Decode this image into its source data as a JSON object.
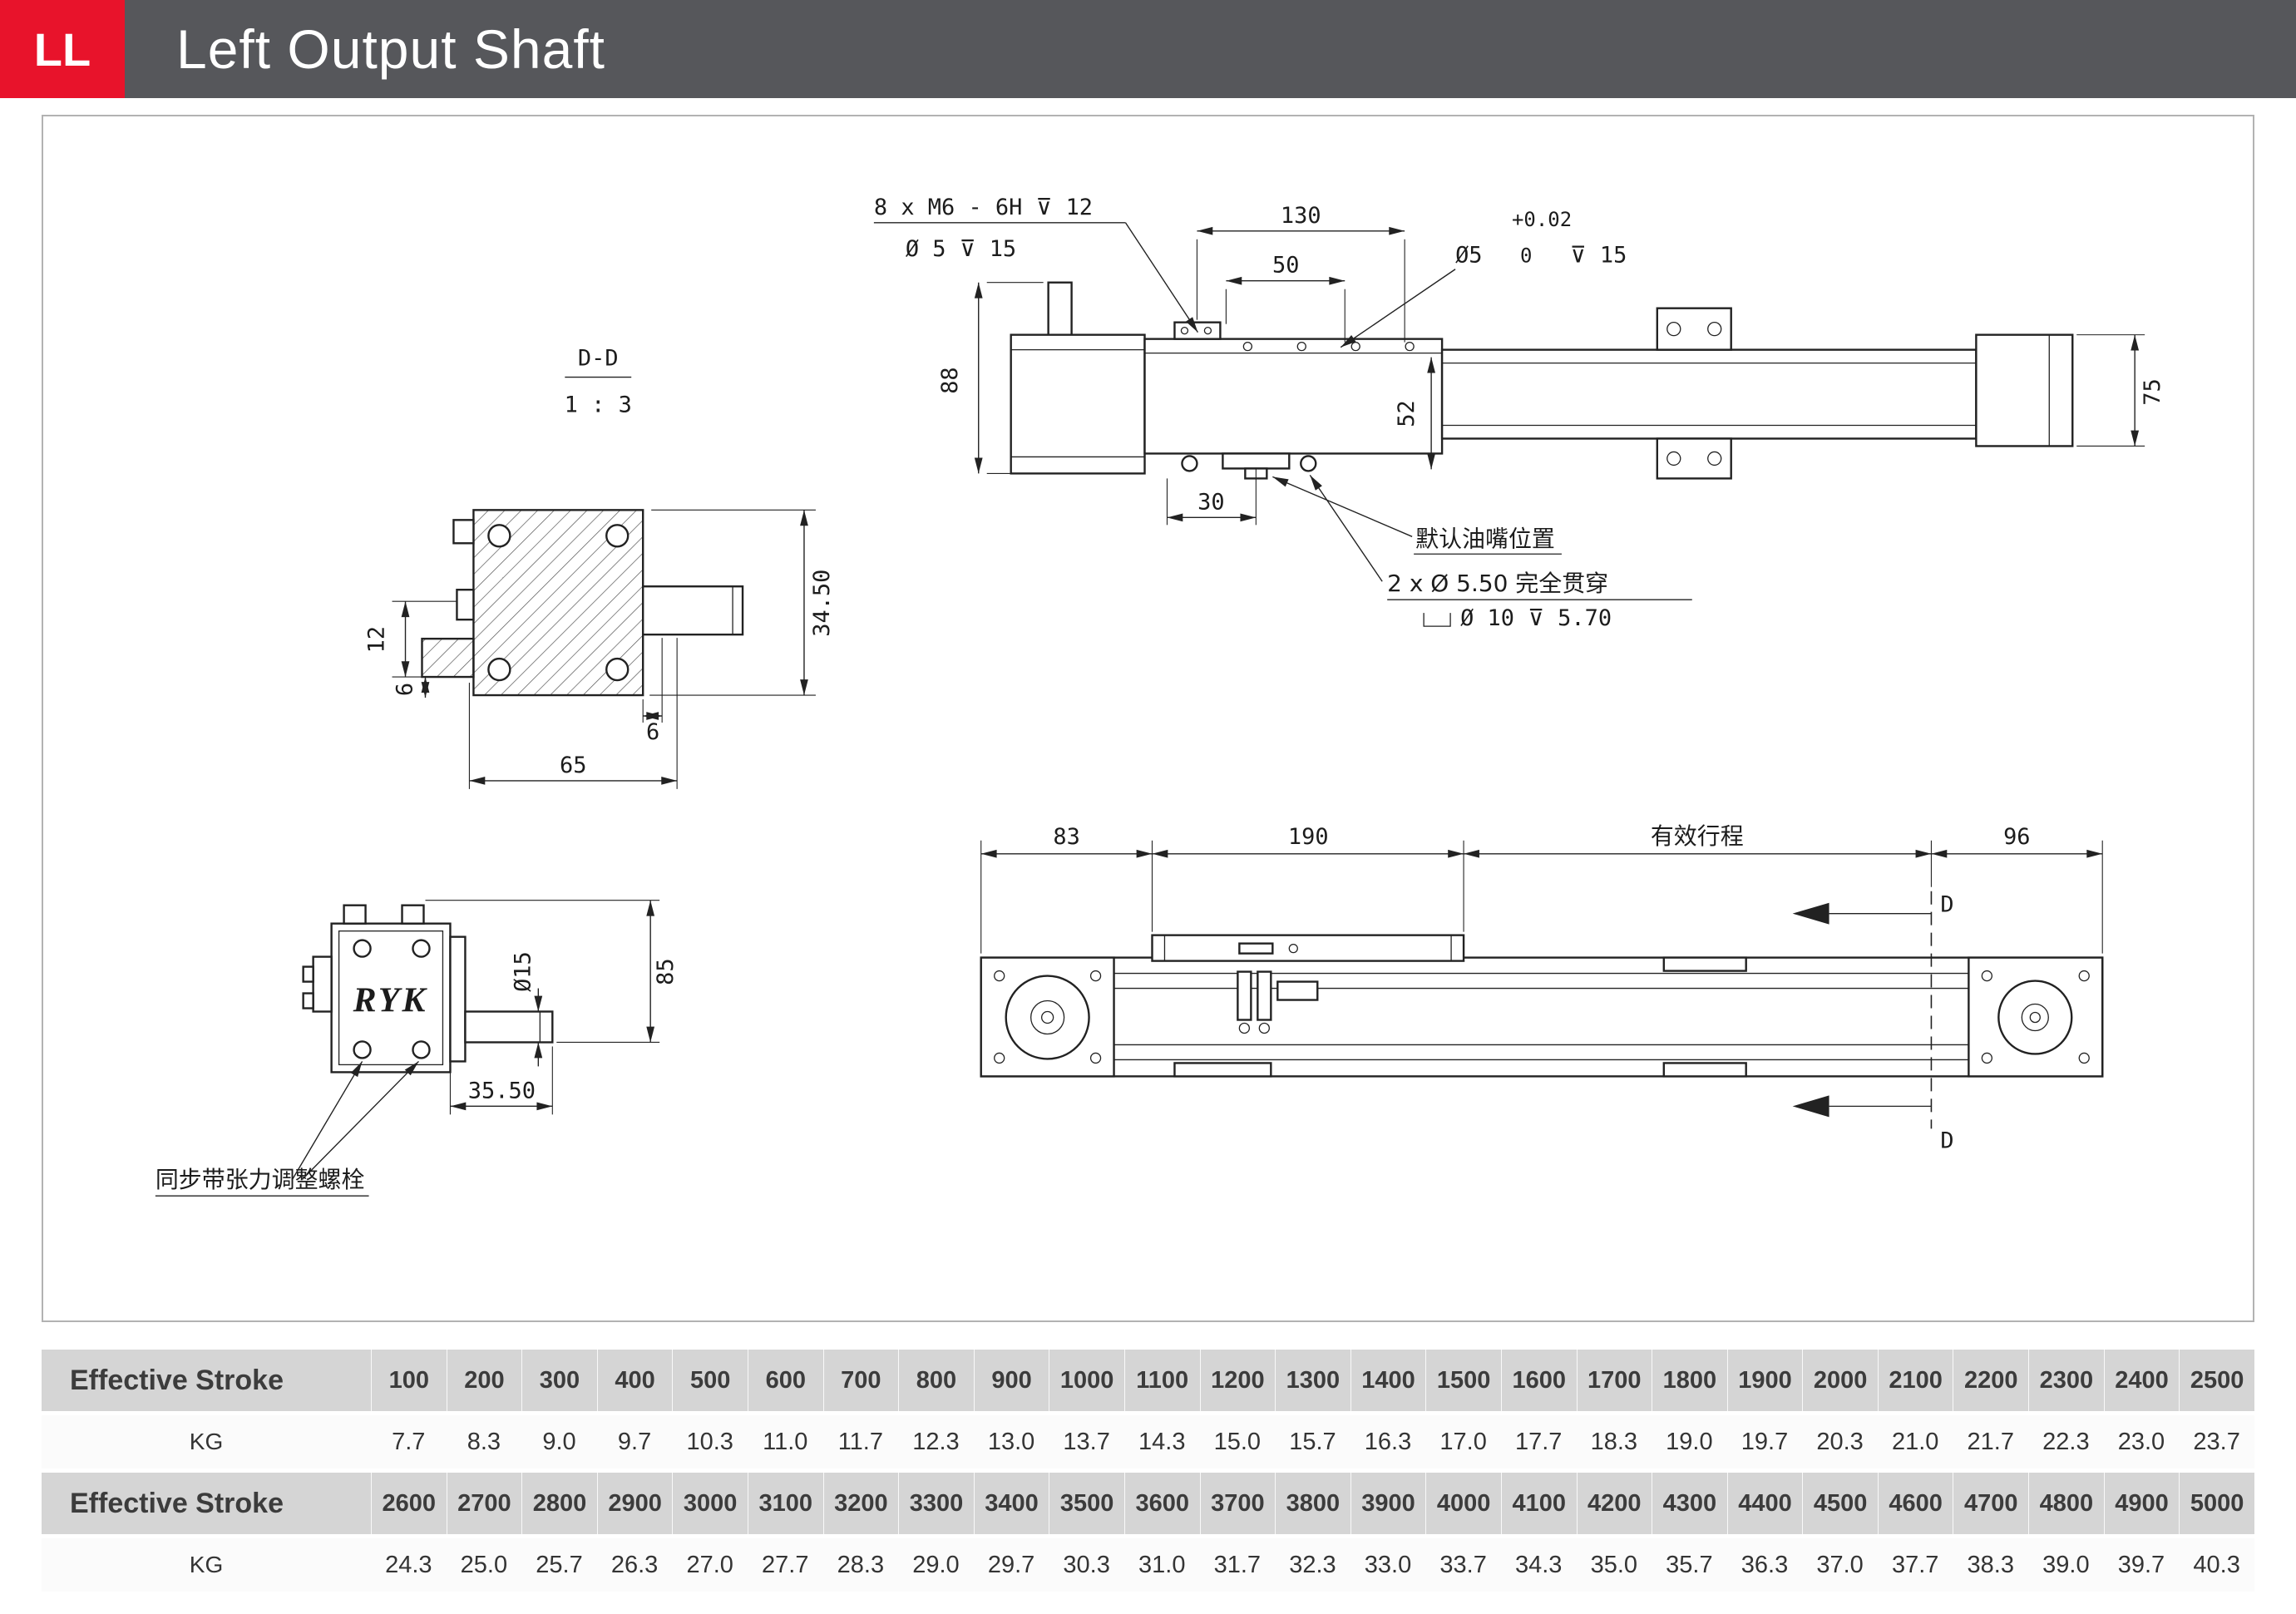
{
  "header": {
    "badge": "LL",
    "title": "Left Output Shaft"
  },
  "drawing": {
    "section_view": {
      "title": "D-D",
      "scale": "1 : 3",
      "dim_height": "34.50",
      "dim_12": "12",
      "dim_6_left": "6",
      "dim_6_right": "6",
      "dim_width": "65"
    },
    "side_view": {
      "callout_tap": "8 x  M6 - 6H  ⊽ 12",
      "callout_tap_hole": "Ø 5  ⊽ 15",
      "dim_130": "130",
      "dim_50": "50",
      "tol_plus": "+0.02",
      "tol_zero": "0",
      "callout_d5": "Ø5",
      "callout_d5_depth": "⊽ 15",
      "dim_88": "88",
      "dim_75": "75",
      "dim_52": "52",
      "dim_30": "30",
      "leader_oil_port": "默认油嘴位置",
      "leader_through_holes": "2 x  Ø 5.50  完全贯穿",
      "leader_counterbore": "Ø 10  ⊽ 5.70"
    },
    "motor_view": {
      "logo": "RYK",
      "dim_shaft_dia": "Ø15",
      "dim_85": "85",
      "dim_3550": "35.50",
      "leader_belt_tension": "同步带张力调整螺栓"
    },
    "top_view": {
      "dim_83": "83",
      "dim_190": "190",
      "stroke_label": "有效行程",
      "dim_96": "96",
      "section_mark_top": "D",
      "section_mark_bottom": "D"
    }
  },
  "table": {
    "row1": {
      "label": "Effective Stroke",
      "values": [
        "100",
        "200",
        "300",
        "400",
        "500",
        "600",
        "700",
        "800",
        "900",
        "1000",
        "1100",
        "1200",
        "1300",
        "1400",
        "1500",
        "1600",
        "1700",
        "1800",
        "1900",
        "2000",
        "2100",
        "2200",
        "2300",
        "2400",
        "2500"
      ]
    },
    "row2": {
      "label": "KG",
      "values": [
        "7.7",
        "8.3",
        "9.0",
        "9.7",
        "10.3",
        "11.0",
        "11.7",
        "12.3",
        "13.0",
        "13.7",
        "14.3",
        "15.0",
        "15.7",
        "16.3",
        "17.0",
        "17.7",
        "18.3",
        "19.0",
        "19.7",
        "20.3",
        "21.0",
        "21.7",
        "22.3",
        "23.0",
        "23.7"
      ]
    },
    "row3": {
      "label": "Effective Stroke",
      "values": [
        "2600",
        "2700",
        "2800",
        "2900",
        "3000",
        "3100",
        "3200",
        "3300",
        "3400",
        "3500",
        "3600",
        "3700",
        "3800",
        "3900",
        "4000",
        "4100",
        "4200",
        "4300",
        "4400",
        "4500",
        "4600",
        "4700",
        "4800",
        "4900",
        "5000"
      ]
    },
    "row4": {
      "label": "KG",
      "values": [
        "24.3",
        "25.0",
        "25.7",
        "26.3",
        "27.0",
        "27.7",
        "28.3",
        "29.0",
        "29.7",
        "30.3",
        "31.0",
        "31.7",
        "32.3",
        "33.0",
        "33.7",
        "34.3",
        "35.0",
        "35.7",
        "36.3",
        "37.0",
        "37.7",
        "38.3",
        "39.0",
        "39.7",
        "40.3"
      ]
    }
  }
}
